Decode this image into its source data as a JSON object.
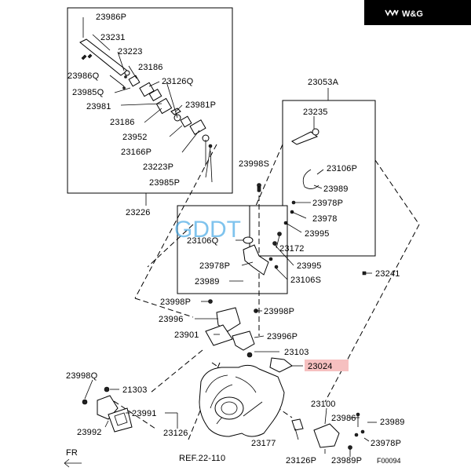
{
  "badge": {
    "text": "W&G"
  },
  "watermark": "GDDT",
  "labels": {
    "p23986P": "23986P",
    "p23231": "23231",
    "p23223": "23223",
    "p23186_a": "23186",
    "p23986Q": "23986Q",
    "p23126Q": "23126Q",
    "p23985Q": "23985Q",
    "p23981P": "23981P",
    "p23981": "23981",
    "p23186_b": "23186",
    "p23952": "23952",
    "p23166P": "23166P",
    "p23223P": "23223P",
    "p23985P": "23985P",
    "p23226": "23226",
    "p23053A": "23053A",
    "p23235": "23235",
    "p23998S": "23998S",
    "p23106P": "23106P",
    "p23989_a": "23989",
    "p23978P_a": "23978P",
    "p23978": "23978",
    "p23995_a": "23995",
    "p23106Q": "23106Q",
    "p23172": "23172",
    "p23978P_b": "23978P",
    "p23995_b": "23995",
    "p23989_b": "23989",
    "p23106S": "23106S",
    "p23241": "23241",
    "p23998P_a": "23998P",
    "p23998P_b": "23998P",
    "p23996": "23996",
    "p23901": "23901",
    "p23996P": "23996P",
    "p23103": "23103",
    "p23024": "23024",
    "p23998Q": "23998Q",
    "p21303": "21303",
    "p23991": "23991",
    "p23992": "23992",
    "p23126": "23126",
    "p23100": "23100",
    "p23986": "23986",
    "p23989_c": "23989",
    "p23978P_c": "23978P",
    "p23177": "23177",
    "p23126P": "23126P",
    "p23989P": "23989P",
    "ref": "REF.22-110",
    "fr": "FR",
    "code": "F00094"
  },
  "highlight_color": "#f6c0c0",
  "highlighted_part": "23024",
  "icons": [
    "brand-logo-icon",
    "front-arrow-icon"
  ]
}
